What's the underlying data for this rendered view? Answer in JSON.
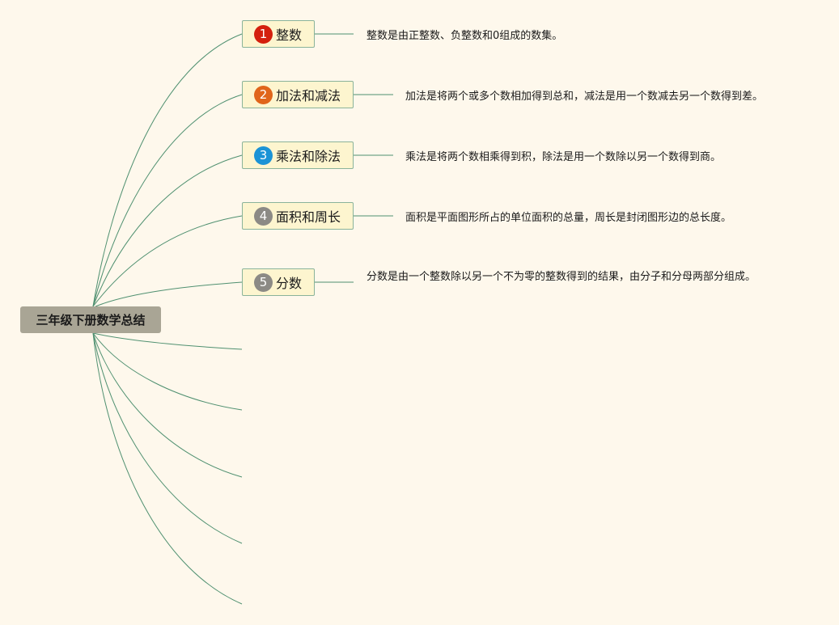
{
  "root": {
    "label": "三年级下册数学总结"
  },
  "topics": [
    {
      "number": "1",
      "label": "整数",
      "description": "整数是由正整数、负整数和0组成的数集。",
      "badge_color": "#d4200e"
    },
    {
      "number": "2",
      "label": "加法和减法",
      "description": "加法是将两个或多个数相加得到总和，减法是用一个数减去另一个数得到差。",
      "badge_color": "#e0651b"
    },
    {
      "number": "3",
      "label": "乘法和除法",
      "description": "乘法是将两个数相乘得到积，除法是用一个数除以另一个数得到商。",
      "badge_color": "#1b93d6"
    },
    {
      "number": "4",
      "label": "面积和周长",
      "description": "面积是平面图形所占的单位面积的总量，周长是封闭图形边的总长度。",
      "badge_color": "#8c8a85"
    },
    {
      "number": "5",
      "label": "分数",
      "description": "分数是由一个整数除以另一个不为零的整数得到的结果，由分子和分母两部分组成。",
      "badge_color": "#8c8a85"
    }
  ],
  "colors": {
    "background": "#fef8ec",
    "connector": "#4f9070",
    "root_fill": "#a9a595",
    "topic_fill": "#fdf5cf",
    "topic_border": "#8ab39a"
  }
}
